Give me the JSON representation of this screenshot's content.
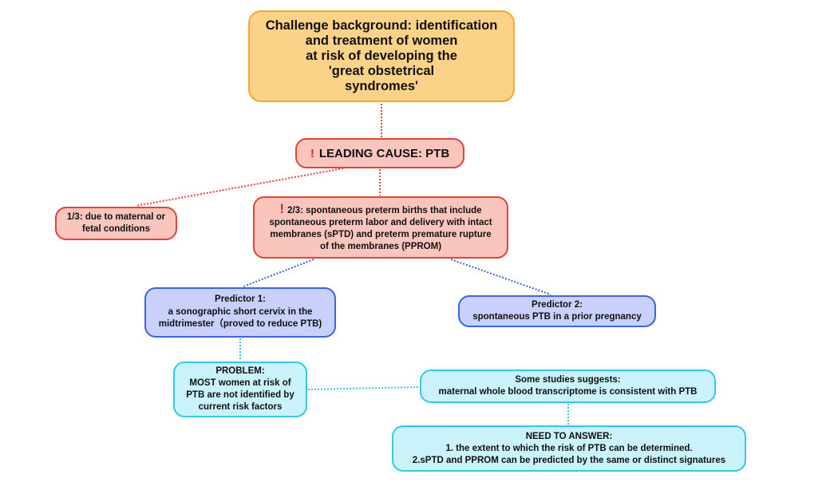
{
  "colors": {
    "orange_fill": "#fcd288",
    "orange_border": "#f1ab2c",
    "red_fill": "#fac5bd",
    "red_border": "#e2433a",
    "blue_fill": "#c8d0fb",
    "blue_border": "#3e63dd",
    "cyan_fill": "#c9f2fb",
    "cyan_border": "#37c8e5",
    "red_link": "#e2433a",
    "blue_link": "#3e63dd",
    "cyan_link": "#37c8e5"
  },
  "nodes": {
    "challenge": {
      "lines": [
        "Challenge background: identification",
        "and treatment of women",
        "at risk of developing the",
        "'great obstetrical",
        "syndromes'"
      ]
    },
    "leading": {
      "icon": "!",
      "text": "LEADING CAUSE: PTB"
    },
    "one_third": {
      "lines": [
        "1/3: due to maternal or",
        "fetal conditions"
      ]
    },
    "two_thirds": {
      "icon": "!",
      "first_line": "2/3: spontaneous preterm births that include",
      "lines": [
        "spontaneous preterm labor and delivery with intact",
        "membranes (sPTD) and preterm premature rupture",
        "of the membranes (PPROM)"
      ]
    },
    "predictor1": {
      "lines": [
        "Predictor 1:",
        "a sonographic short cervix in the",
        "midtrimester（proved to reduce PTB)"
      ]
    },
    "predictor2": {
      "lines": [
        "Predictor 2:",
        "spontaneous PTB in a prior pregnancy"
      ]
    },
    "problem": {
      "lines": [
        "PROBLEM:",
        "MOST women at risk of",
        "PTB are not identified by",
        "current risk factors"
      ]
    },
    "studies": {
      "lines": [
        "Some studies suggests:",
        "maternal whole blood transcriptome is consistent with PTB"
      ]
    },
    "need": {
      "lines": [
        "NEED TO ANSWER:",
        "1. the extent to which the risk of PTB can be determined.",
        "2.sPTD and PPROM can be predicted by the same or distinct signatures"
      ]
    }
  },
  "edges": [
    {
      "from": "challenge",
      "to": "leading",
      "color": "red"
    },
    {
      "from": "leading",
      "to": "one_third",
      "color": "red"
    },
    {
      "from": "leading",
      "to": "two_thirds",
      "color": "red"
    },
    {
      "from": "two_thirds",
      "to": "predictor1",
      "color": "blue"
    },
    {
      "from": "two_thirds",
      "to": "predictor2",
      "color": "blue"
    },
    {
      "from": "predictor1",
      "to": "problem",
      "color": "cyan"
    },
    {
      "from": "problem",
      "to": "studies",
      "color": "cyan"
    },
    {
      "from": "studies",
      "to": "need",
      "color": "cyan"
    }
  ]
}
